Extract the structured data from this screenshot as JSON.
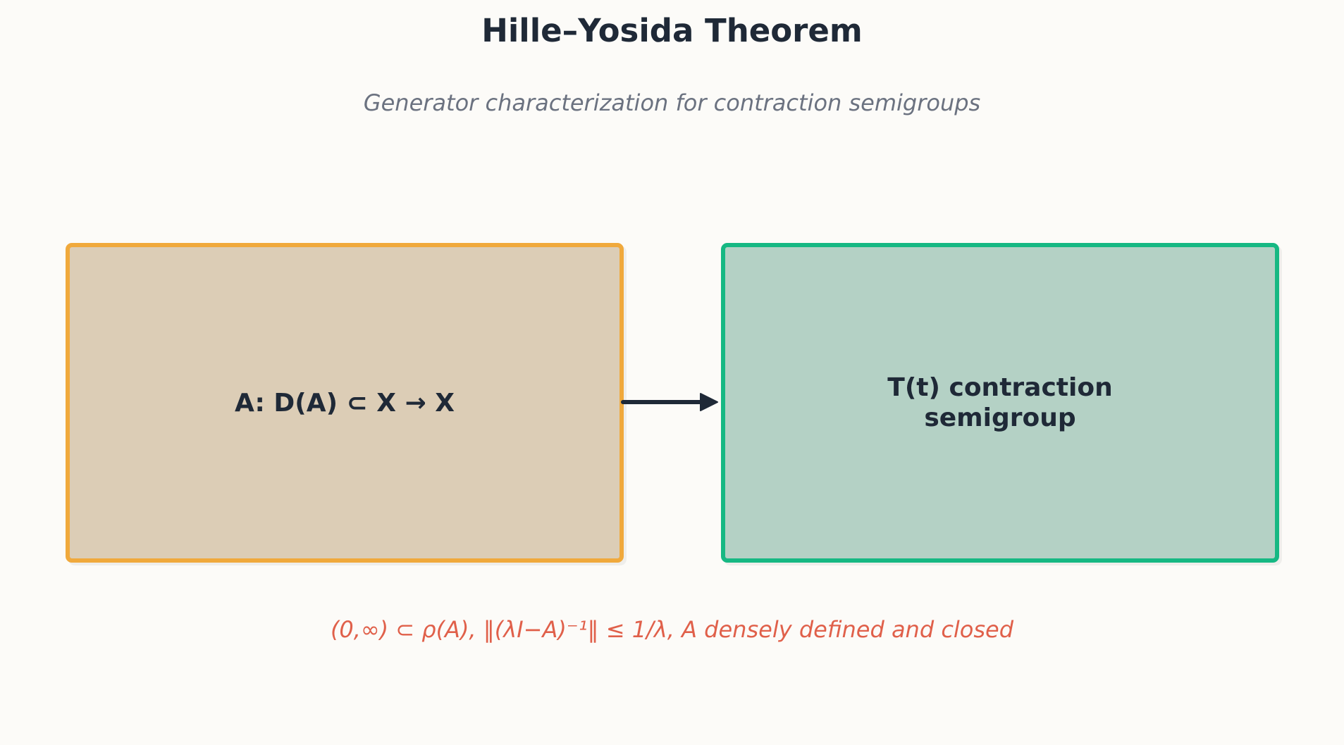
{
  "header": {
    "title": "Hille–Yosida Theorem",
    "subtitle": "Generator characterization for contraction semigroups"
  },
  "diagram": {
    "nodes": [
      {
        "id": "generator",
        "label": "A: D(A) ⊂ X → X",
        "fill": "#dccdb6",
        "border": "#f0a93c"
      },
      {
        "id": "semigroup",
        "label": "T(t) contraction semigroup",
        "fill": "#b4d1c5",
        "border": "#16b883"
      }
    ],
    "edges": [
      {
        "from": "generator",
        "to": "semigroup",
        "color": "#1f2937"
      }
    ],
    "condition": "(0,∞) ⊂ ρ(A), ‖(λI−A)⁻¹‖ ≤ 1/λ, A densely defined and closed"
  },
  "colors": {
    "background": "#fcfbf8",
    "text_primary": "#1f2937",
    "text_secondary": "#6b7280",
    "condition_text": "#e0604a"
  }
}
